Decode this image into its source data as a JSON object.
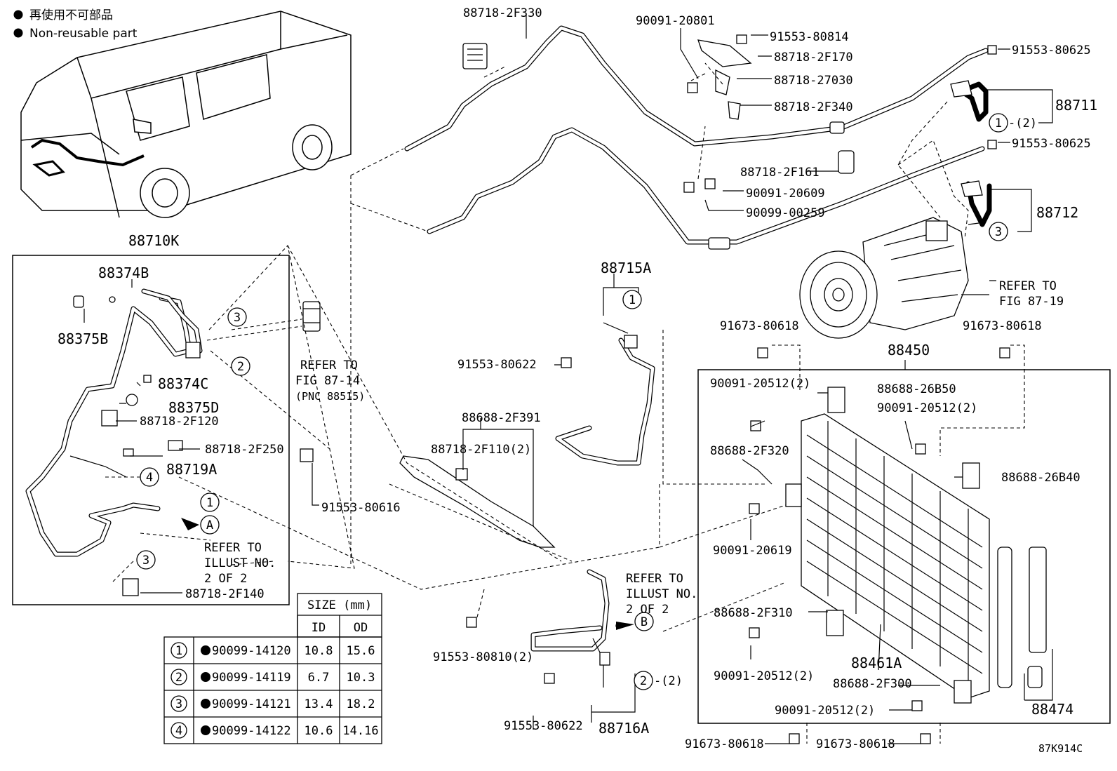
{
  "legend": {
    "marker": "●",
    "japanese": "再使用不可部品",
    "english": "Non-reusable part"
  },
  "figure_code": "87K914C",
  "labels": {
    "p88718_2F330": "88718-2F330",
    "p90091_20801": "90091-20801",
    "p91553_80814": "91553-80814",
    "p88718_2F170": "88718-2F170",
    "p88718_27030": "88718-27030",
    "p88718_2F340": "88718-2F340",
    "p91553_80625a": "91553-80625",
    "p88711": "88711",
    "p1x2": "-(2)",
    "p91553_80625b": "91553-80625",
    "p88718_2F161": "88718-2F161",
    "p90091_20609": "90091-20609",
    "p90099_00259": "90099-00259",
    "p88712": "88712",
    "p88710K": "88710K",
    "p88374B": "88374B",
    "p88375B": "88375B",
    "p88374C": "88374C",
    "p88375D": "88375D",
    "p88718_2F120": "88718-2F120",
    "p88718_2F250": "88718-2F250",
    "p88719A": "88719A",
    "p88718_2F140": "88718-2F140",
    "refer_87_14_a": "REFER TO",
    "refer_87_14_b": "FIG 87-14",
    "refer_87_14_c": "(PNC 88515)",
    "p91553_80616": "91553-80616",
    "refer_ill_a1": "REFER TO",
    "refer_ill_a2": "ILLUST NO.",
    "refer_ill_a3": "2 OF 2",
    "p88715A": "88715A",
    "p91553_80622a": "91553-80622",
    "p88688_2F391": "88688-2F391",
    "p88718_2F110": "88718-2F110(2)",
    "p91553_80810": "91553-80810(2)",
    "refer_ill_b1": "REFER TO",
    "refer_ill_b2": "ILLUST NO.",
    "refer_ill_b3": "2 OF 2",
    "p2x2": "-(2)",
    "p91553_80622b": "91553-80622",
    "p88716A": "88716A",
    "refer_87_19_a": "REFER TO",
    "refer_87_19_b": "FIG 87-19",
    "p91673_80618a": "91673-80618",
    "p91673_80618b": "91673-80618",
    "p88450": "88450",
    "p90091_20512a": "90091-20512(2)",
    "p88688_26B50": "88688-26B50",
    "p90091_20512b": "90091-20512(2)",
    "p88688_2F320": "88688-2F320",
    "p88688_26B40": "88688-26B40",
    "p90091_20619": "90091-20619",
    "p88688_2F310": "88688-2F310",
    "p88461A": "88461A",
    "p90091_20512c": "90091-20512(2)",
    "p88688_2F300": "88688-2F300",
    "p90091_20512d": "90091-20512(2)",
    "p88474": "88474",
    "p91673_80618c": "91673-80618",
    "p91673_80618d": "91673-80618"
  },
  "callouts": {
    "c1": "1",
    "c2": "2",
    "c3": "3",
    "c4": "4",
    "cA": "A",
    "cB": "B"
  },
  "size_table": {
    "title": "SIZE (mm)",
    "col_id": "ID",
    "col_od": "OD",
    "rows": [
      {
        "no": "1",
        "part": "90099-14120",
        "id": "10.8",
        "od": "15.6"
      },
      {
        "no": "2",
        "part": "90099-14119",
        "id": "6.7",
        "od": "10.3"
      },
      {
        "no": "3",
        "part": "90099-14121",
        "id": "13.4",
        "od": "18.2"
      },
      {
        "no": "4",
        "part": "90099-14122",
        "id": "10.6",
        "od": "14.16"
      }
    ]
  }
}
